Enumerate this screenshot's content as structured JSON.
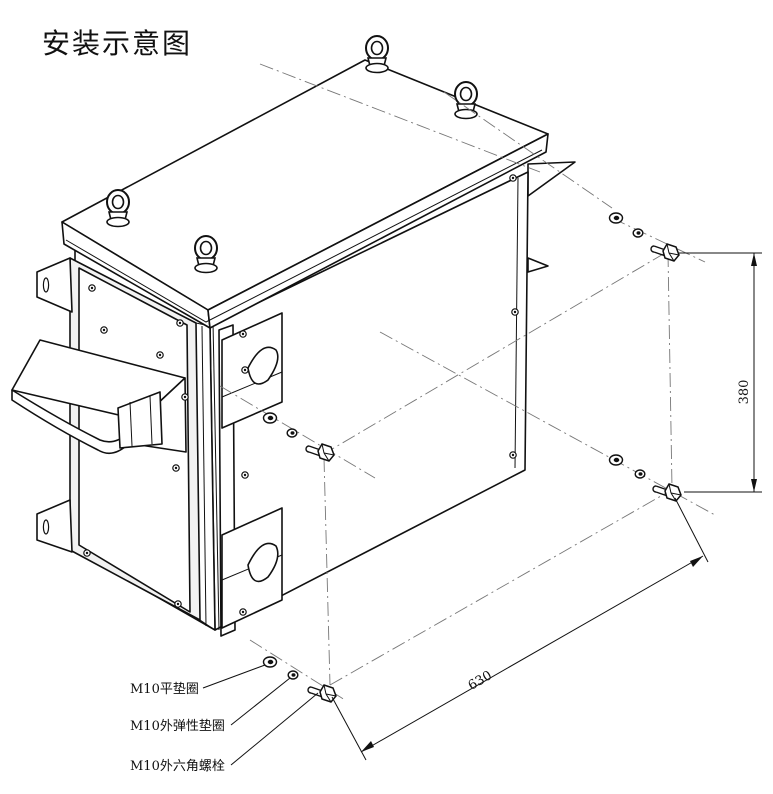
{
  "title": "安装示意图",
  "dimensions": {
    "height": "380",
    "width": "630"
  },
  "parts": [
    {
      "label": "M10平垫圈"
    },
    {
      "label": "M10外弹性垫圈"
    },
    {
      "label": "M10外六角螺栓"
    }
  ]
}
